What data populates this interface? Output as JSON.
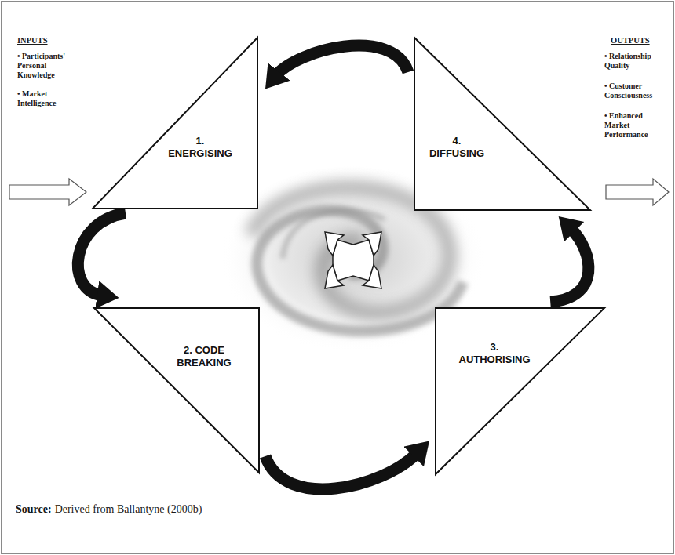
{
  "diagram": {
    "nodes": [
      {
        "text": [
          "1. ENERGISING"
        ]
      },
      {
        "text": [
          "2. CODE BREAKING"
        ]
      },
      {
        "text": [
          "3. AUTHORISING"
        ]
      },
      {
        "text": [
          "4. DIFFUSING"
        ]
      }
    ],
    "edges": [
      {
        "from": 0,
        "to": 1,
        "arrow": "to"
      },
      {
        "from": 1,
        "to": 2,
        "arrow": "to"
      },
      {
        "from": 2,
        "to": 3,
        "arrow": "to"
      },
      {
        "from": 3,
        "to": 0,
        "arrow": "to"
      }
    ],
    "labels": [
      "INPUTS",
      "• Participants' Personal Knowledge",
      "• Market Intelligence",
      "OUTPUTS",
      "• Relationship Quality",
      "• Customer Consciousness",
      "• Enhanced Market Performance",
      "Source:",
      "Derived from Ballantyne (2000b)"
    ]
  }
}
